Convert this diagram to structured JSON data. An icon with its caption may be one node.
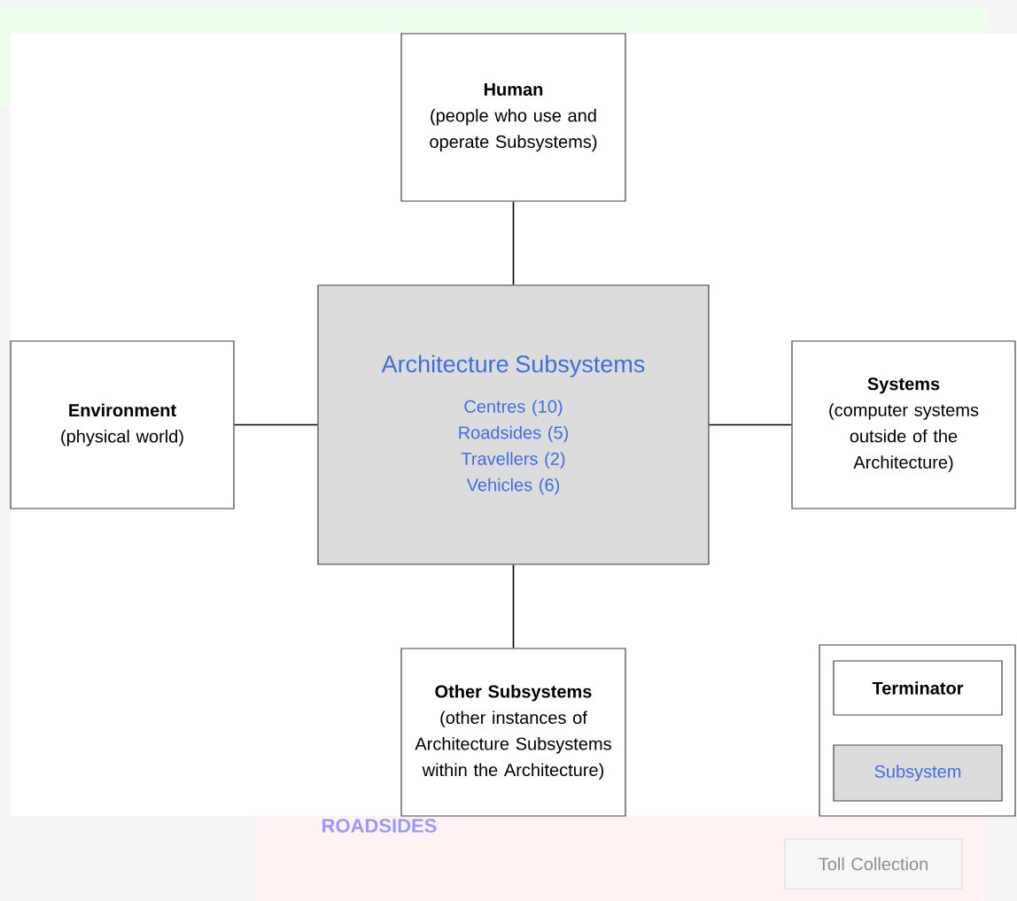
{
  "diagram": {
    "nodes": [
      {
        "text": [
          "Human",
          "(people who use and operate Subsystems)"
        ]
      },
      {
        "text": [
          "Environment",
          "(physical world)"
        ]
      },
      {
        "text": [
          "Architecture Subsystems",
          "Centres (10)",
          "Roadsides (5)",
          "Travellers (2)",
          "Vehicles (6)"
        ]
      },
      {
        "text": [
          "Systems",
          "(computer systems outside of the Architecture)"
        ]
      },
      {
        "text": [
          "Other Subsystems",
          "(other instances of Architecture Subsystems within the Architecture)"
        ]
      },
      {
        "text": [
          "Toll Collection"
        ]
      }
    ],
    "edges": [
      {
        "from": 0,
        "to": 2,
        "arrow": "none"
      },
      {
        "from": 1,
        "to": 2,
        "arrow": "none"
      },
      {
        "from": 2,
        "to": 3,
        "arrow": "none"
      },
      {
        "from": 2,
        "to": 4,
        "arrow": "none"
      }
    ],
    "labels": [
      "ROADSIDES"
    ],
    "legend": [
      {
        "text": "Terminator"
      },
      {
        "text": "Subsystem",
        "color": "#dcdcdc"
      }
    ]
  }
}
